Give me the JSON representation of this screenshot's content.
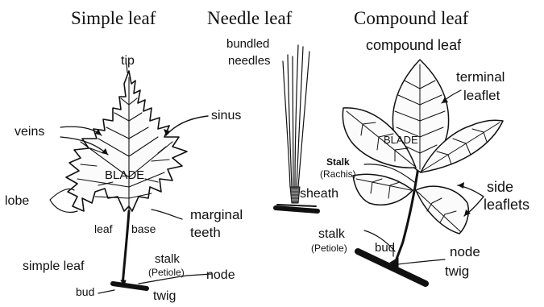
{
  "panels": {
    "simple": {
      "heading": "Simple leaf",
      "labels": {
        "tip": "tip",
        "veins": "veins",
        "sinus": "sinus",
        "blade": "BLADE",
        "lobe": "lobe",
        "leaf": "leaf",
        "base": "base",
        "marginal": "marginal",
        "teeth": "teeth",
        "simple_leaf": "simple leaf",
        "stalk": "stalk",
        "petiole": "(Petiole)",
        "node": "node",
        "bud": "bud",
        "twig": "twig"
      }
    },
    "needle": {
      "heading": "Needle leaf",
      "labels": {
        "bundled": "bundled",
        "needles": "needles",
        "sheath": "sheath"
      }
    },
    "compound": {
      "heading": "Compound leaf",
      "labels": {
        "compound_leaf": "compound leaf",
        "terminal": "terminal",
        "leaflet": "leaflet",
        "blade": "BLADE",
        "stalk_rachis": "Stalk",
        "rachis": "(Rachis)",
        "side": "side",
        "leaflets": "leaflets",
        "stalk": "stalk",
        "petiole": "(Petiole)",
        "bud": "bud",
        "node": "node",
        "twig": "twig"
      }
    }
  }
}
